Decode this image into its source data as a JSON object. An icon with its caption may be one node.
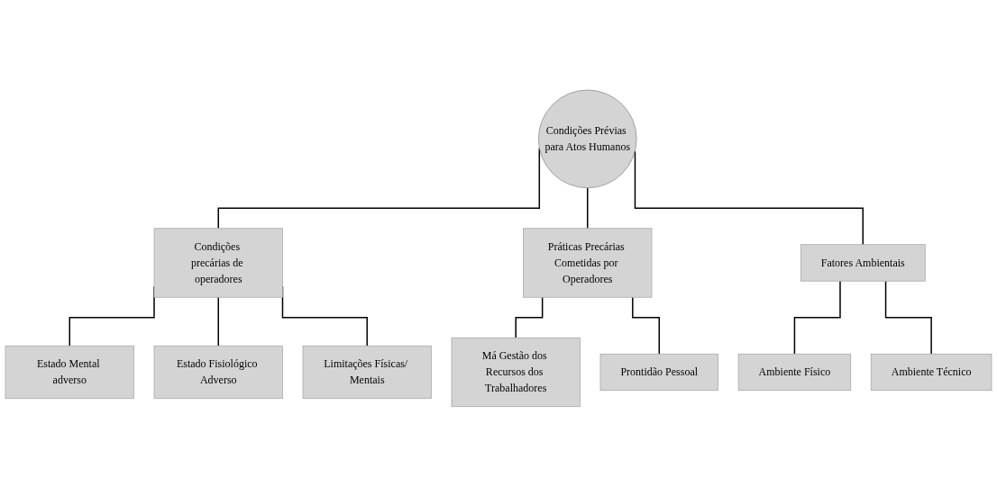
{
  "diagram": {
    "nodes": [
      {
        "text": [
          "Condições Prévias para Atos Humanos"
        ]
      },
      {
        "text": [
          "Condições precárias de operadores"
        ]
      },
      {
        "text": [
          "Práticas Precárias Cometidas por Operadores"
        ]
      },
      {
        "text": [
          "Fatores Ambientais"
        ]
      },
      {
        "text": [
          "Estado Mental adverso"
        ]
      },
      {
        "text": [
          "Estado Fisiológico Adverso"
        ]
      },
      {
        "text": [
          "Limitações Físicas/ Mentais"
        ]
      },
      {
        "text": [
          "Má Gestão dos Recursos dos Trabalhadores"
        ]
      },
      {
        "text": [
          "Prontidão Pessoal"
        ]
      },
      {
        "text": [
          "Ambiente Físico"
        ]
      },
      {
        "text": [
          "Ambiente Técnico"
        ]
      }
    ],
    "edges": [
      {
        "from": 0,
        "to": 1,
        "arrow": "none"
      },
      {
        "from": 0,
        "to": 2,
        "arrow": "none"
      },
      {
        "from": 0,
        "to": 3,
        "arrow": "none"
      },
      {
        "from": 1,
        "to": 4,
        "arrow": "none"
      },
      {
        "from": 1,
        "to": 5,
        "arrow": "none"
      },
      {
        "from": 1,
        "to": 6,
        "arrow": "none"
      },
      {
        "from": 2,
        "to": 7,
        "arrow": "none"
      },
      {
        "from": 2,
        "to": 8,
        "arrow": "none"
      },
      {
        "from": 3,
        "to": 9,
        "arrow": "none"
      },
      {
        "from": 3,
        "to": 10,
        "arrow": "none"
      }
    ]
  }
}
